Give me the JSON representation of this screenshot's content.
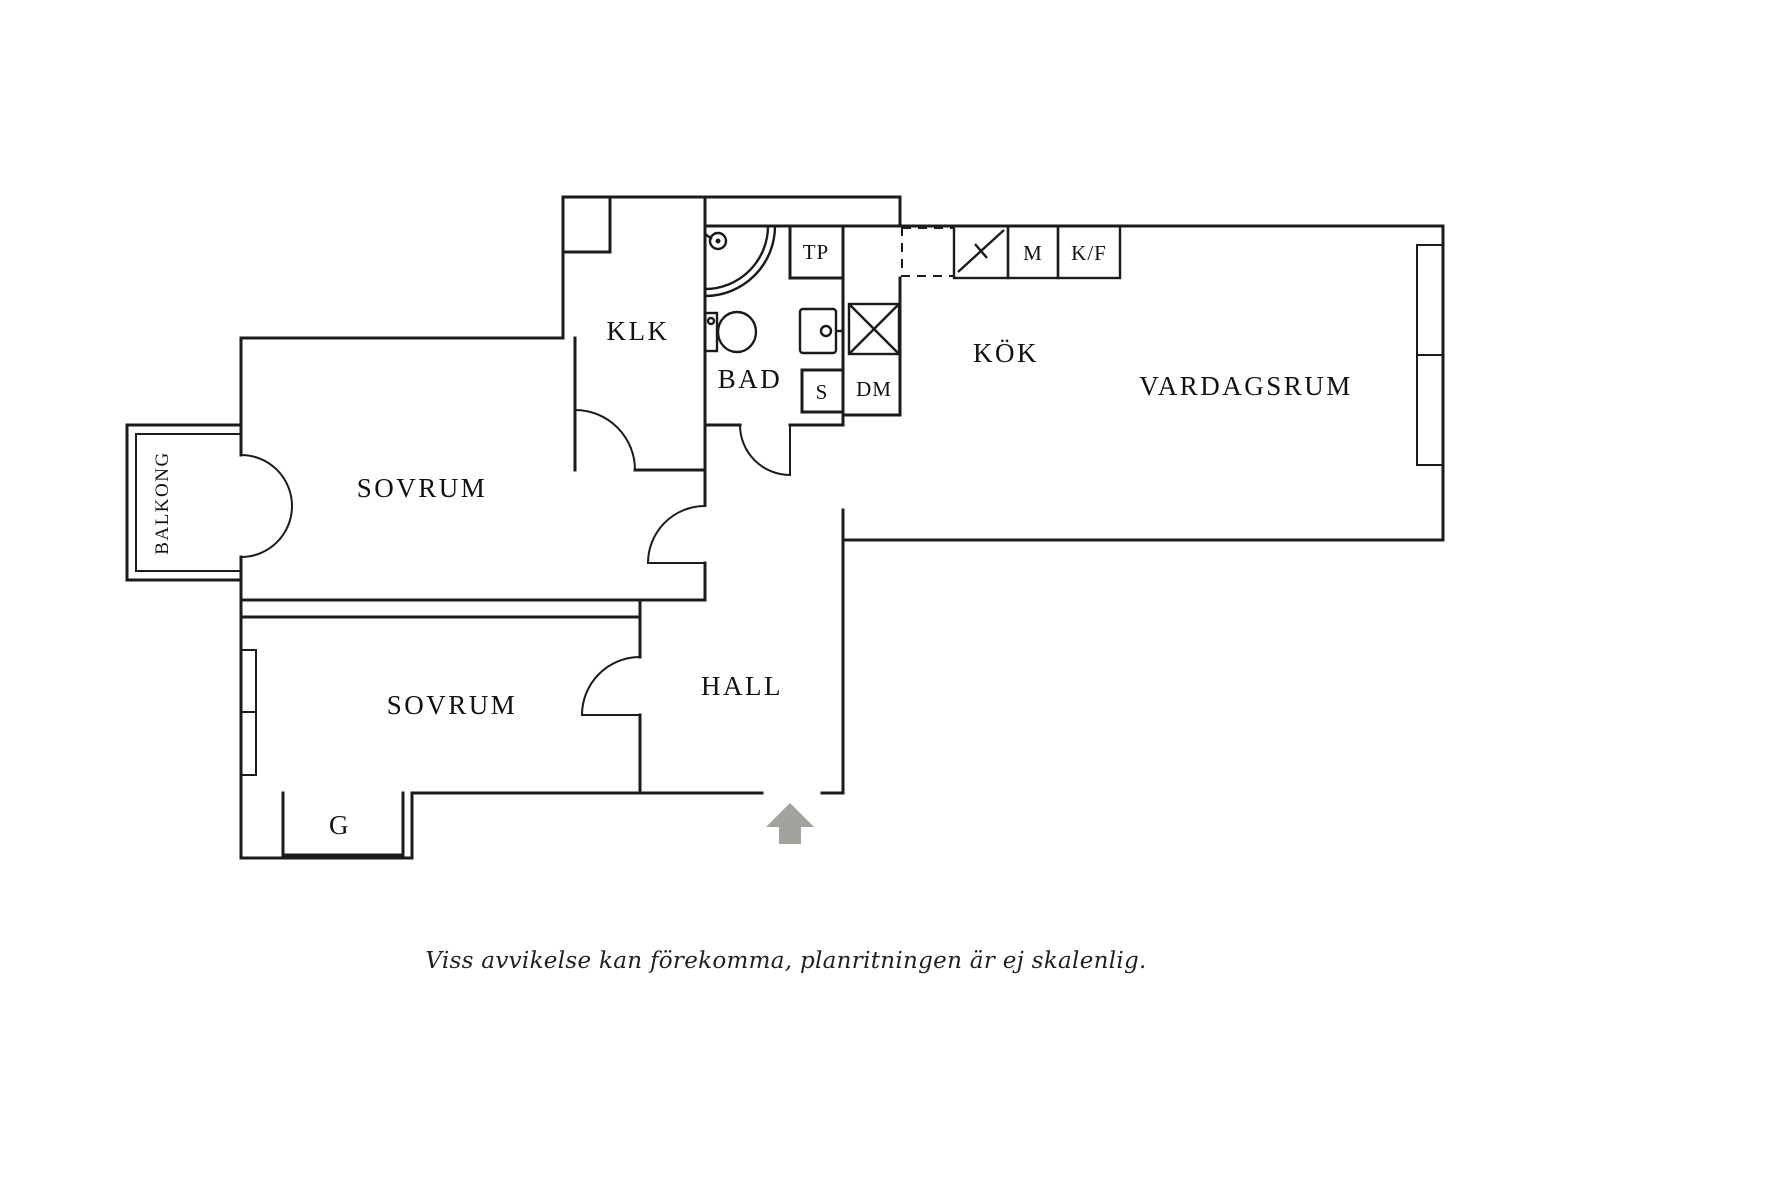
{
  "plan": {
    "rooms": [
      {
        "key": "bedroom-1",
        "label": "SOVRUM"
      },
      {
        "key": "bedroom-2",
        "label": "SOVRUM"
      },
      {
        "key": "walk-in-closet",
        "label": "KLK"
      },
      {
        "key": "bathroom",
        "label": "BAD"
      },
      {
        "key": "hall",
        "label": "HALL"
      },
      {
        "key": "kitchen",
        "label": "KÖK"
      },
      {
        "key": "living-room",
        "label": "VARDAGSRUM"
      },
      {
        "key": "balcony",
        "label": "BALKONG"
      },
      {
        "key": "wardrobe",
        "label": "G"
      }
    ],
    "fixture_labels": [
      {
        "key": "tp",
        "label": "TP"
      },
      {
        "key": "s",
        "label": "S"
      },
      {
        "key": "dm",
        "label": "DM"
      },
      {
        "key": "m",
        "label": "M"
      },
      {
        "key": "kf",
        "label": "K/F"
      }
    ],
    "caption": "Viss avvikelse kan förekomma, planritningen är ej skalenlig.",
    "colors": {
      "line": "#1b1b1b",
      "text": "#111111",
      "arrow": "#a3a39e",
      "background": "#ffffff"
    }
  }
}
